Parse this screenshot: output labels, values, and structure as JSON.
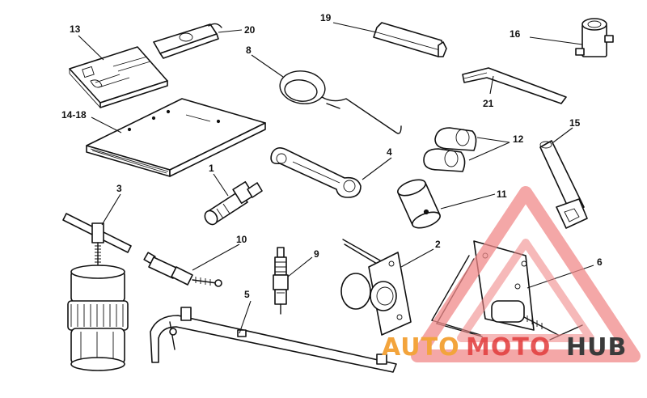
{
  "labels": {
    "l1": "1",
    "l2": "2",
    "l3": "3",
    "l4": "4",
    "l5": "5",
    "l6": "6",
    "l8": "8",
    "l9": "9",
    "l10": "10",
    "l11": "11",
    "l12": "12",
    "l13": "13",
    "l14_18": "14-18",
    "l15": "15",
    "l16": "16",
    "l19": "19",
    "l20": "20",
    "l21": "21"
  },
  "watermark": {
    "part1": "AUTO",
    "part2": "MOTO",
    "part3": "HUB",
    "colors": {
      "orange": "#f3a43c",
      "red": "#e23b3b",
      "dark": "#3a3a3a"
    }
  }
}
